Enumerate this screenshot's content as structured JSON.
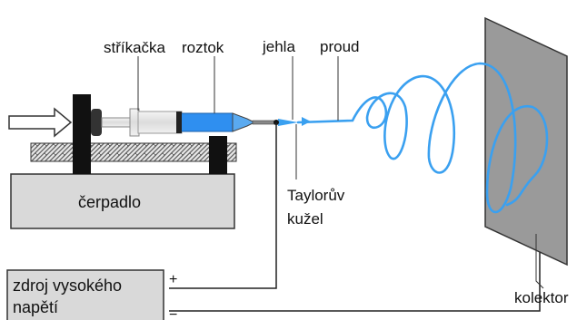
{
  "diagram": {
    "labels": {
      "syringe": "stříkačka",
      "solution": "roztok",
      "needle": "jehla",
      "jet": "proud",
      "taylor_cone_line1": "Taylorův",
      "taylor_cone_line2": "kužel",
      "pump": "čerpadlo",
      "power_line1": "zdroj vysokého",
      "power_line2": "napětí",
      "plus": "+",
      "minus": "−",
      "collector": "kolektor"
    },
    "colors": {
      "solution_blue": "#2f8ff0",
      "jet_blue": "#3aa0f0",
      "collector_gray": "#9a9a9a",
      "pump_gray": "#d9d9d9",
      "post_black": "#111111"
    }
  }
}
